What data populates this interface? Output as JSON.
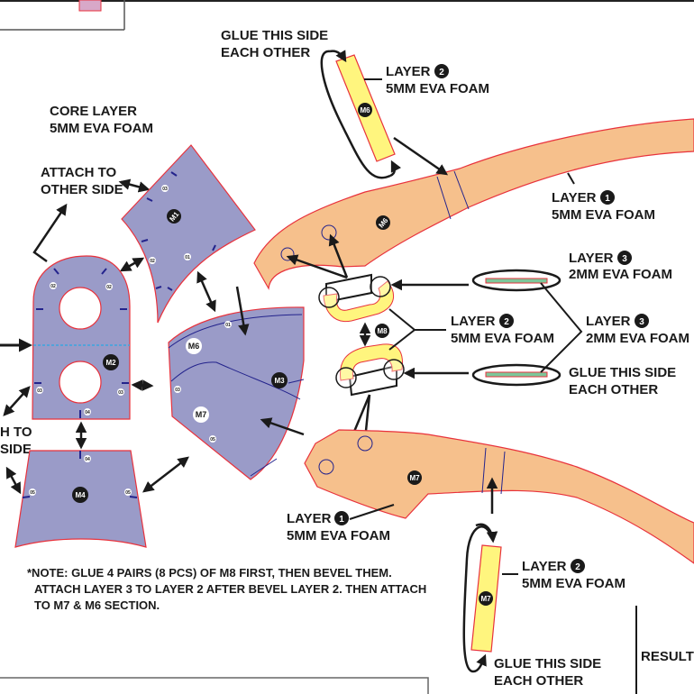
{
  "colors": {
    "core_fill": "#9a9bc8",
    "outline": "#e8323c",
    "notch": "#23238c",
    "layer1_fill": "#f6c08c",
    "layer2_fill": "#fff57e",
    "layer3_fill": "#7dc79a",
    "center_line": "#3aa6e0",
    "ink": "#1a1a1a",
    "corner_tab": "#d8a8c8"
  },
  "labels": {
    "core_layer_1": "CORE LAYER",
    "core_layer_2": "5MM EVA FOAM",
    "attach_other_1": "ATTACH TO",
    "attach_other_2": "OTHER SIDE",
    "attach_left_1": "H TO",
    "attach_left_2": "SIDE",
    "glue_top_1": "GLUE THIS SIDE",
    "glue_top_2": "EACH OTHER",
    "layer2_top_1": "LAYER",
    "layer2_top_2": "5MM EVA FOAM",
    "layer1_top_1": "LAYER",
    "layer1_top_2": "5MM EVA FOAM",
    "layer3_a_1": "LAYER",
    "layer3_a_2": "2MM EVA FOAM",
    "layer2_mid_1": "LAYER",
    "layer2_mid_2": "5MM EVA FOAM",
    "layer3_b_1": "LAYER",
    "layer3_b_2": "2MM EVA FOAM",
    "glue_mid_1": "GLUE THIS SIDE",
    "glue_mid_2": "EACH OTHER",
    "layer1_bot_1": "LAYER",
    "layer1_bot_2": "5MM EVA FOAM",
    "layer2_bot_1": "LAYER",
    "layer2_bot_2": "5MM EVA FOAM",
    "glue_bot_1": "GLUE THIS SIDE",
    "glue_bot_2": "EACH OTHER",
    "result": "RESULT"
  },
  "layer_numbers": {
    "layer1": "1",
    "layer2": "2",
    "layer3": "3"
  },
  "note": {
    "line1": "*NOTE: GLUE 4 PAIRS (8 PCS) OF M8 FIRST, THEN BEVEL THEM.",
    "line2": "ATTACH LAYER 3 TO LAYER 2 AFTER BEVEL LAYER 2. THEN ATTACH",
    "line3": "TO M7 & M6 SECTION."
  },
  "pieces": {
    "m1": "M1",
    "m2": "M2",
    "m3": "M3",
    "m4": "M4",
    "m6_core": "M6",
    "m7_core": "M7",
    "m6_layer1": "M6",
    "m7_layer1": "M7",
    "m6_layer2": "M6",
    "m7_layer2": "M7",
    "m8": "M8"
  },
  "match_marks": {
    "m1_d1": "01",
    "m1_d2": "02",
    "m1_d3": "03",
    "m2_d2_left": "02",
    "m2_d2_right": "02",
    "m2_d3_left": "03",
    "m2_d3_right": "03",
    "m2_d4": "04",
    "m3_d1": "01",
    "m3_d3": "03",
    "m3_d5": "05",
    "m4_d4": "04",
    "m4_d5_left": "05",
    "m4_d5_right": "05"
  }
}
